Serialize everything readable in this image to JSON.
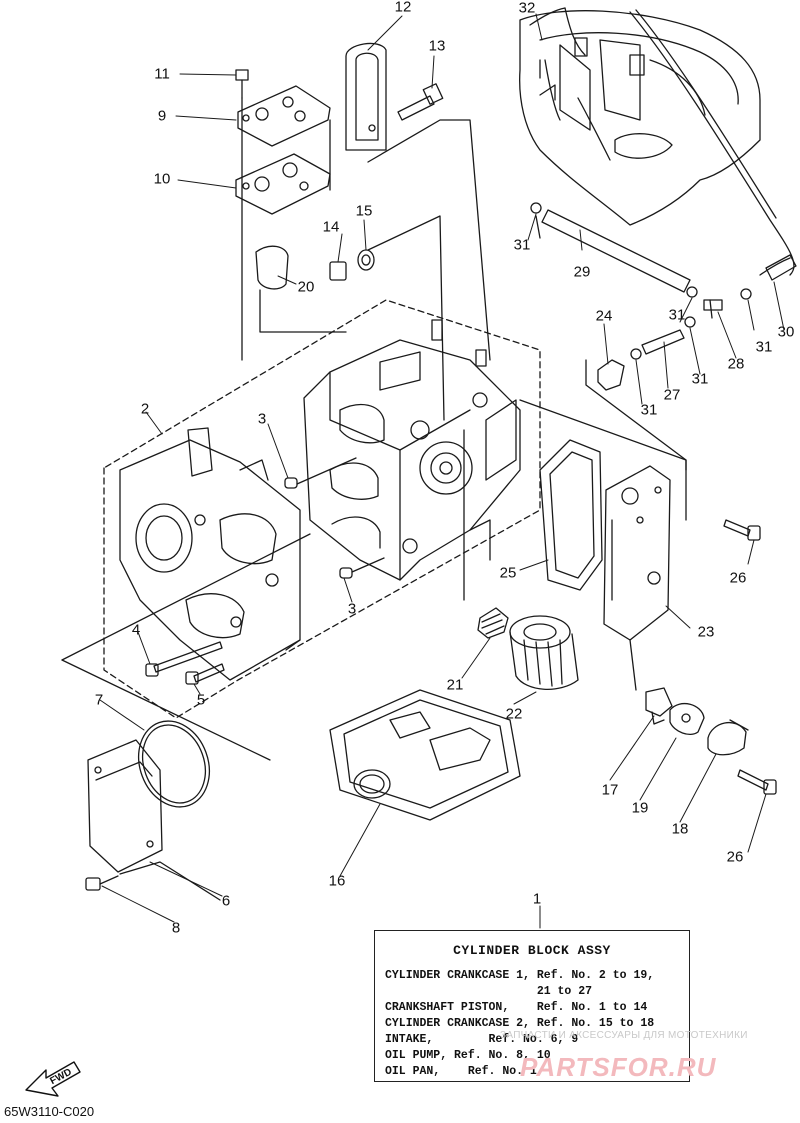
{
  "callouts": {
    "c1": "1",
    "c2": "2",
    "c3a": "3",
    "c3b": "3",
    "c4": "4",
    "c5": "5",
    "c6": "6",
    "c7": "7",
    "c8": "8",
    "c9": "9",
    "c10": "10",
    "c11": "11",
    "c12": "12",
    "c13": "13",
    "c14": "14",
    "c15": "15",
    "c16": "16",
    "c17": "17",
    "c18": "18",
    "c19": "19",
    "c20": "20",
    "c21": "21",
    "c22": "22",
    "c23": "23",
    "c24": "24",
    "c25": "25",
    "c26a": "26",
    "c26b": "26",
    "c27": "27",
    "c28": "28",
    "c29": "29",
    "c30": "30",
    "c31a": "31",
    "c31b": "31",
    "c31c": "31",
    "c31d": "31",
    "c31e": "31",
    "c32": "32"
  },
  "legend": {
    "title": "CYLINDER BLOCK ASSY",
    "lines": [
      "CYLINDER CRANKCASE 1, Ref. No. 2 to 19,",
      "                      21 to 27",
      "CRANKSHAFT PISTON,    Ref. No. 1 to 14",
      "CYLINDER CRANKCASE 2, Ref. No. 15 to 18",
      "INTAKE,        Ref. No. 6, 9",
      "OIL PUMP, Ref. No. 8, 10",
      "OIL PAN,    Ref. No. 1"
    ]
  },
  "watermark": {
    "top": "ЗАПЧАСТИ И АКСЕССУАРЫ ДЛЯ МОТОТЕХНИКИ",
    "brand": "PARTSFOR.RU"
  },
  "fwd_label": "FWD",
  "diagram_code": "65W3110-C020"
}
